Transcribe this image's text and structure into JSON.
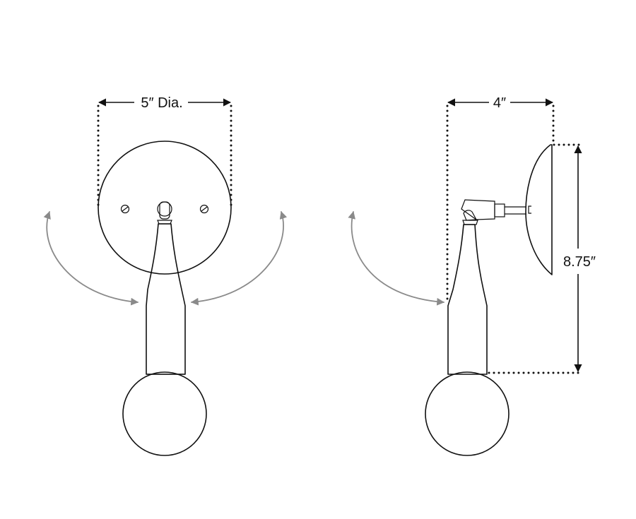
{
  "labels": {
    "front_width": "5″ Dia.",
    "side_depth": "4″",
    "side_height": "8.75″"
  },
  "colors": {
    "line": "#111111",
    "arrow": "#8a8a8a",
    "background": "#ffffff"
  }
}
